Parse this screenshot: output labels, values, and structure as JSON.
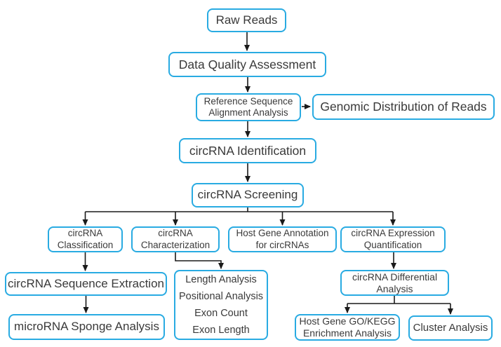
{
  "diagram": {
    "type": "flowchart",
    "colors": {
      "box_border": "#29ABE2",
      "box_background": "#FFFFFF",
      "text_color": "#3A3A3A",
      "arrow_color": "#1A1A1A",
      "background": "#FFFFFF"
    },
    "nodes": {
      "raw_reads": {
        "label": "Raw Reads"
      },
      "data_quality": {
        "label": "Data Quality Assessment"
      },
      "ref_alignment": {
        "label": "Reference Sequence\nAlignment Analysis"
      },
      "genomic_distribution": {
        "label": "Genomic Distribution of Reads"
      },
      "identification": {
        "label": "circRNA Identification"
      },
      "screening": {
        "label": "circRNA Screening"
      },
      "classification": {
        "label": "circRNA\nClassification"
      },
      "characterization": {
        "label": "circRNA\nCharacterization"
      },
      "host_gene_annotation": {
        "label": "Host Gene Annotation\nfor circRNAs"
      },
      "expression_quantification": {
        "label": "circRNA Expression\nQuantification"
      },
      "sequence_extraction": {
        "label": "circRNA Sequence Extraction"
      },
      "characterization_details": {
        "lines": [
          "Length Analysis",
          "Positional Analysis",
          "Exon Count",
          "Exon Length"
        ]
      },
      "sponge_analysis": {
        "label": "microRNA Sponge Analysis"
      },
      "differential_analysis": {
        "label": "circRNA Differential\nAnalysis"
      },
      "go_kegg_enrichment": {
        "label": "Host Gene GO/KEGG\nEnrichment Analysis"
      },
      "cluster_analysis": {
        "label": "Cluster Analysis"
      }
    },
    "edges": [
      [
        "raw_reads",
        "data_quality"
      ],
      [
        "data_quality",
        "ref_alignment"
      ],
      [
        "ref_alignment",
        "genomic_distribution"
      ],
      [
        "ref_alignment",
        "identification"
      ],
      [
        "identification",
        "screening"
      ],
      [
        "screening",
        "classification"
      ],
      [
        "screening",
        "characterization"
      ],
      [
        "screening",
        "host_gene_annotation"
      ],
      [
        "screening",
        "expression_quantification"
      ],
      [
        "classification",
        "sequence_extraction"
      ],
      [
        "characterization",
        "characterization_details"
      ],
      [
        "sequence_extraction",
        "sponge_analysis"
      ],
      [
        "expression_quantification",
        "differential_analysis"
      ],
      [
        "differential_analysis",
        "go_kegg_enrichment"
      ],
      [
        "differential_analysis",
        "cluster_analysis"
      ]
    ]
  }
}
